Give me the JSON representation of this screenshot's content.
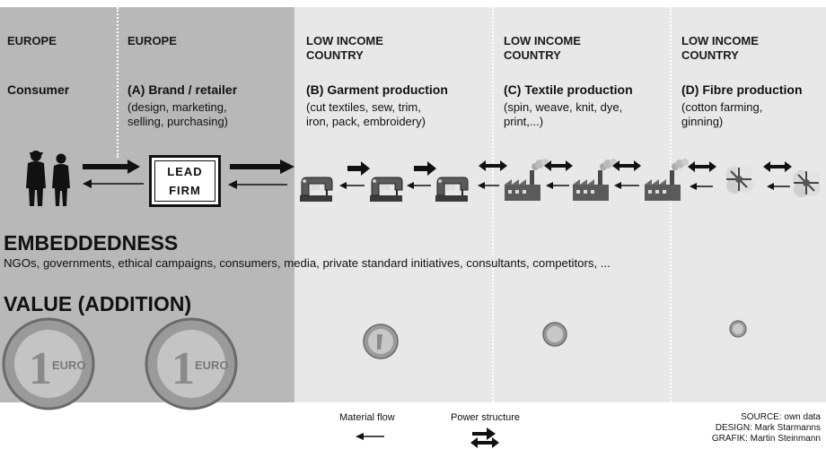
{
  "columns": [
    {
      "region": "EUROPE",
      "stage": "Consumer",
      "details": ""
    },
    {
      "region": "EUROPE",
      "stage": "(A) Brand / retailer",
      "details": "(design, marketing,\nselling, purchasing)"
    },
    {
      "region": "LOW INCOME\nCOUNTRY",
      "stage": "(B) Garment production",
      "details": "(cut textiles, sew, trim,\niron, pack, embroidery)"
    },
    {
      "region": "LOW INCOME\nCOUNTRY",
      "stage": "(C) Textile production",
      "details": "(spin, weave, knit, dye,\nprint,...)"
    },
    {
      "region": "LOW INCOME\nCOUNTRY",
      "stage": "(D) Fibre production",
      "details": "(cotton farming,\nginning)"
    }
  ],
  "lead_firm": "LEAD\nFIRM",
  "embeddedness": {
    "title": "EMBEDDEDNESS",
    "text": "NGOs, governments, ethical campaigns, consumers, media, private standard initiatives, consultants, competitors, ..."
  },
  "value": {
    "title": "VALUE (ADDITION)"
  },
  "coin_labels": {
    "euro": "EURO",
    "one": "1"
  },
  "legend": {
    "material_flow": "Material flow",
    "power_structure": "Power structure"
  },
  "credits": [
    "SOURCE: own data",
    "DESIGN: Mark Starmanns",
    "GRAFIK: Martin Steinmann"
  ],
  "icons": [
    "consumer-people-icon",
    "sewing-machine-icon",
    "factory-icon",
    "cotton-ball-icon",
    "euro-coin-icon"
  ],
  "colors": {
    "europe_panel": "#b8b8b8",
    "lic_panel": "#e8e8e8",
    "ink": "#111111"
  }
}
